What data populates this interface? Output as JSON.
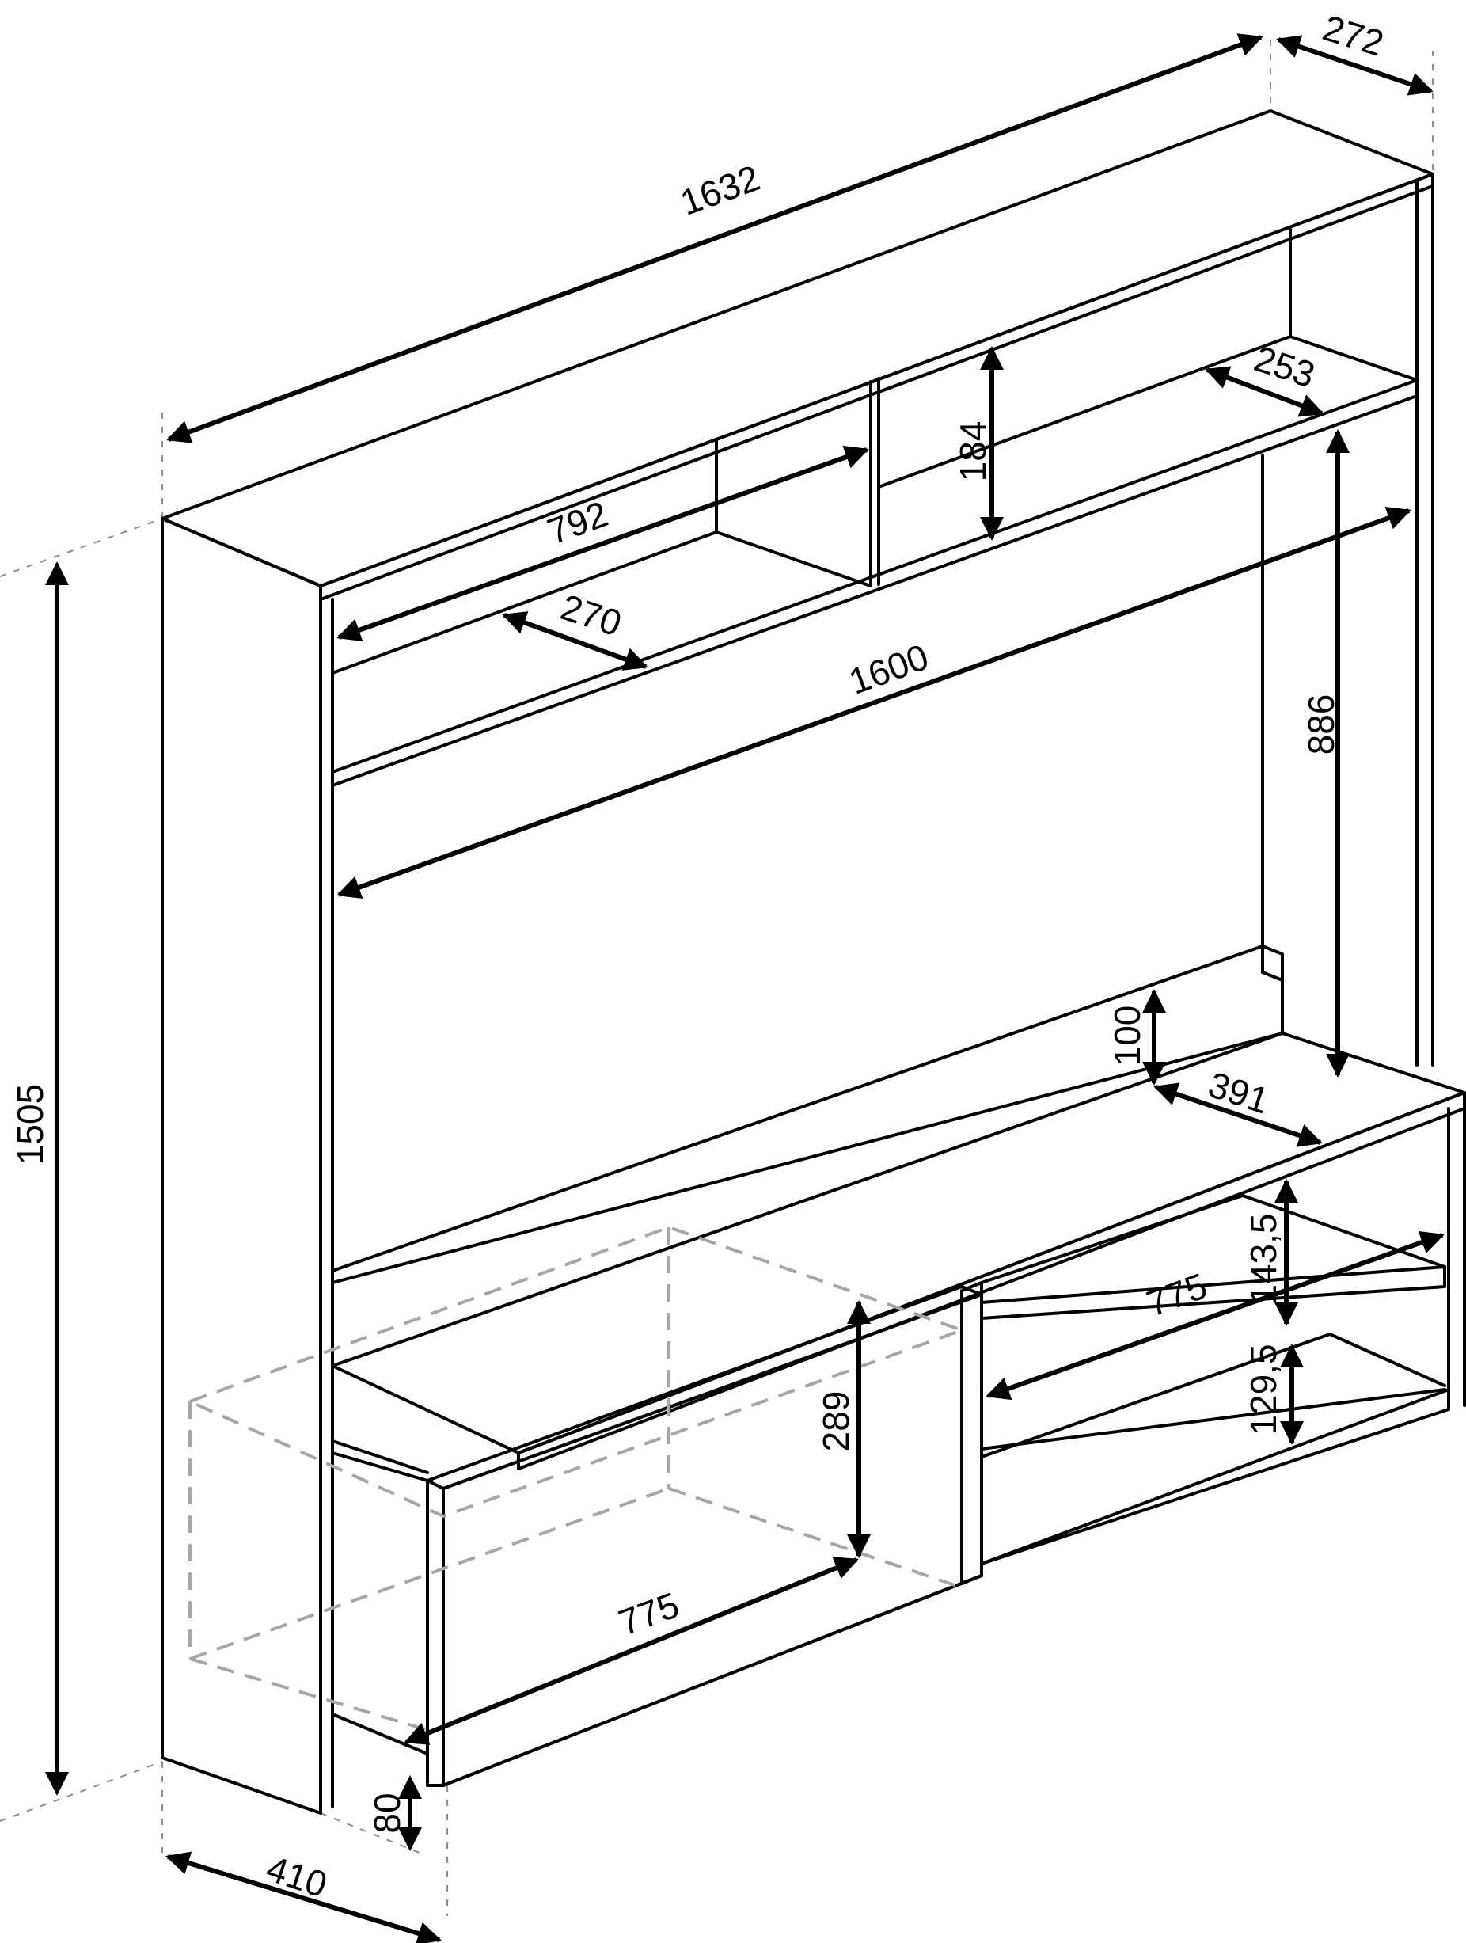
{
  "dimensions": {
    "overall_width": "1632",
    "overall_depth": "272",
    "overall_height": "1505",
    "inner_width": "1600",
    "upper_shelf_length": "792",
    "upper_shelf_depth": "270",
    "top_compartment_height": "184",
    "right_shelf_depth": "253",
    "tv_opening_height": "886",
    "back_rail_height": "100",
    "console_depth": "391",
    "right_compartment_top_height": "143,5",
    "right_compartment_bottom_height": "129,5",
    "right_shelf_width": "775",
    "left_drawer_width": "775",
    "drawer_height": "289",
    "plinth_height": "80",
    "base_depth": "410"
  }
}
